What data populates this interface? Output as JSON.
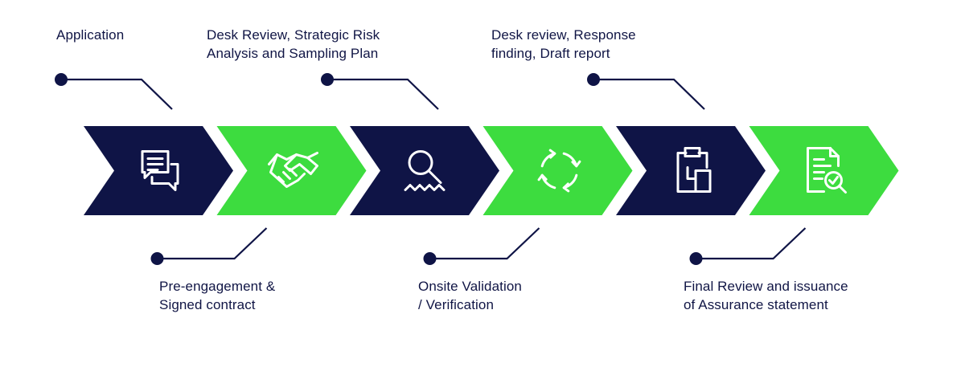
{
  "colors": {
    "navy": "#0f1446",
    "green": "#3ddc3f",
    "text": "#101545",
    "icon": "#ffffff"
  },
  "steps": [
    {
      "position": "top",
      "color": "navy",
      "icon": "chat-icon",
      "label": [
        "Application"
      ]
    },
    {
      "position": "bottom",
      "color": "green",
      "icon": "handshake-icon",
      "label": [
        "Pre-engagement &",
        "Signed contract"
      ]
    },
    {
      "position": "top",
      "color": "navy",
      "icon": "magnifier-icon",
      "label": [
        "Desk Review, Strategic Risk",
        "Analysis and Sampling Plan"
      ]
    },
    {
      "position": "bottom",
      "color": "green",
      "icon": "refresh-cycle-icon",
      "label": [
        "Onsite Validation",
        "/ Verification"
      ]
    },
    {
      "position": "top",
      "color": "navy",
      "icon": "clipboard-icon",
      "label": [
        "Desk review, Response",
        "finding, Draft report"
      ]
    },
    {
      "position": "bottom",
      "color": "green",
      "icon": "document-check-icon",
      "label": [
        "Final Review and issuance",
        "of Assurance statement"
      ]
    }
  ]
}
